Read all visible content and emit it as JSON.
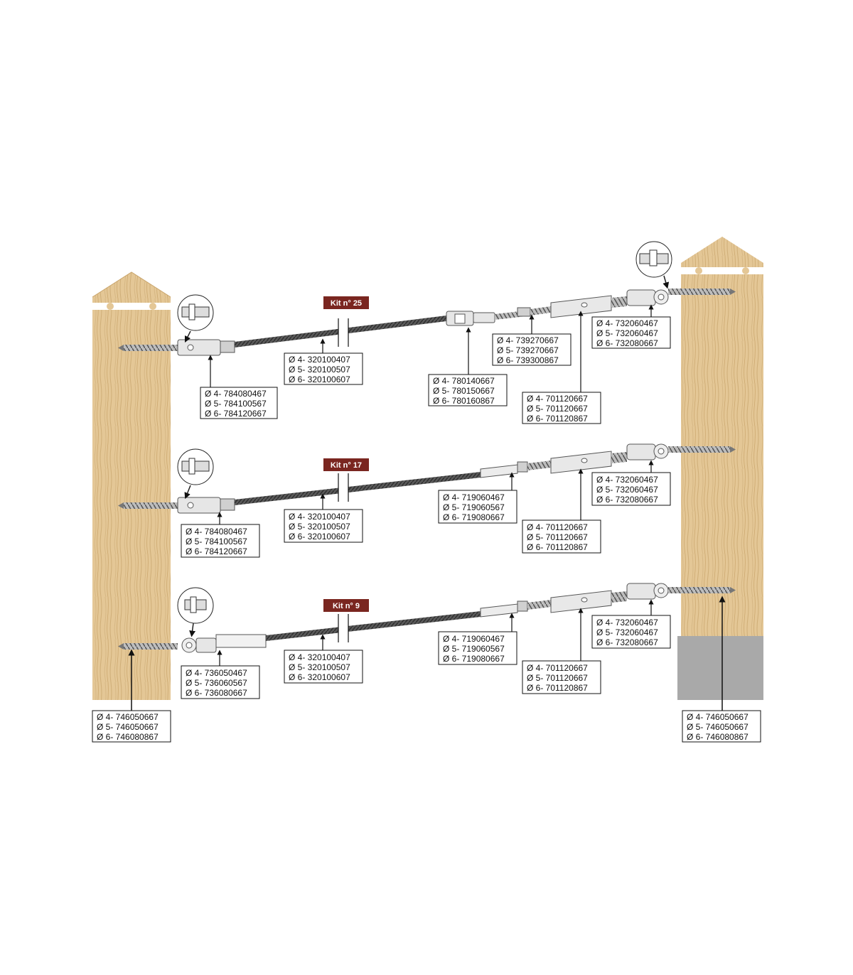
{
  "colors": {
    "wood": "#e3c490",
    "wood_grain": "#c9a46a",
    "kit_badge": "#7a2620",
    "concrete": "#a9a9a9",
    "cable": "#4a4a4a",
    "steel": "#dcdcdc"
  },
  "kits": [
    {
      "badge": "Kit n° 25",
      "parts": [
        {
          "lines": [
            "Ø 4- 784080467",
            "Ø 5- 784100567",
            "Ø 6- 784120667"
          ]
        },
        {
          "lines": [
            "Ø 4- 320100407",
            "Ø 5- 320100507",
            "Ø 6- 320100607"
          ]
        },
        {
          "lines": [
            "Ø 4- 780140667",
            "Ø 5- 780150667",
            "Ø 6- 780160867"
          ]
        },
        {
          "lines": [
            "Ø 4- 739270667",
            "Ø 5- 739270667",
            "Ø 6- 739300867"
          ]
        },
        {
          "lines": [
            "Ø 4- 701120667",
            "Ø 5- 701120667",
            "Ø 6- 701120867"
          ]
        },
        {
          "lines": [
            "Ø 4- 732060467",
            "Ø 5- 732060467",
            "Ø 6- 732080667"
          ]
        }
      ]
    },
    {
      "badge": "Kit n° 17",
      "parts": [
        {
          "lines": [
            "Ø 4- 784080467",
            "Ø 5- 784100567",
            "Ø 6- 784120667"
          ]
        },
        {
          "lines": [
            "Ø 4- 320100407",
            "Ø 5- 320100507",
            "Ø 6- 320100607"
          ]
        },
        {
          "lines": [
            "Ø 4- 719060467",
            "Ø 5- 719060567",
            "Ø 6- 719080667"
          ]
        },
        {
          "lines": [
            "Ø 4- 701120667",
            "Ø 5- 701120667",
            "Ø 6- 701120867"
          ]
        },
        {
          "lines": [
            "Ø 4- 732060467",
            "Ø 5- 732060467",
            "Ø 6- 732080667"
          ]
        }
      ]
    },
    {
      "badge": "Kit n° 9",
      "parts": [
        {
          "lines": [
            "Ø 4- 736050467",
            "Ø 5- 736060567",
            "Ø 6- 736080667"
          ]
        },
        {
          "lines": [
            "Ø 4- 320100407",
            "Ø 5- 320100507",
            "Ø 6- 320100607"
          ]
        },
        {
          "lines": [
            "Ø 4- 719060467",
            "Ø 5- 719060567",
            "Ø 6- 719080667"
          ]
        },
        {
          "lines": [
            "Ø 4- 701120667",
            "Ø 5- 701120667",
            "Ø 6- 701120867"
          ]
        },
        {
          "lines": [
            "Ø 4- 732060467",
            "Ø 5- 732060467",
            "Ø 6- 732080667"
          ]
        }
      ]
    }
  ],
  "posts": {
    "left": {
      "lines": [
        "Ø 4- 746050667",
        "Ø 5- 746050667",
        "Ø 6- 746080867"
      ]
    },
    "right": {
      "lines": [
        "Ø 4- 746050667",
        "Ø 5- 746050667",
        "Ø 6- 746080867"
      ]
    }
  }
}
